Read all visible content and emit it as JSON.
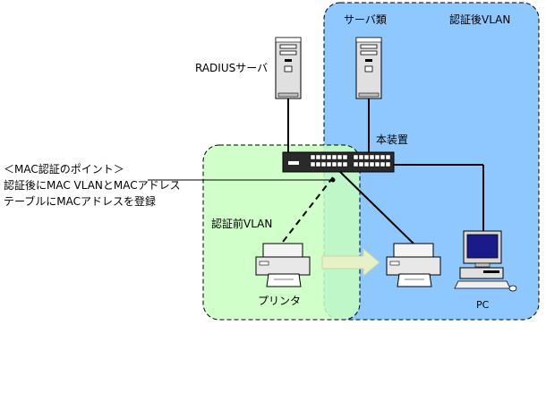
{
  "zones": {
    "after_auth_vlan": "認証後VLAN",
    "servers": "サーバ類",
    "before_auth_vlan": "認証前VLAN"
  },
  "devices": {
    "radius": "RADIUSサーバ",
    "switch": "本装置",
    "printer": "プリンタ",
    "pc": "PC"
  },
  "callout": {
    "title": "＜MAC認証のポイント＞",
    "line1": "認証後にMAC VLANとMACアドレス",
    "line2": "テーブルにMACアドレスを登録"
  },
  "colors": {
    "after_auth_fill": "#8ec8ff",
    "before_auth_fill": "#c8ffc0",
    "arrow_fill": "#e8f0c8"
  }
}
